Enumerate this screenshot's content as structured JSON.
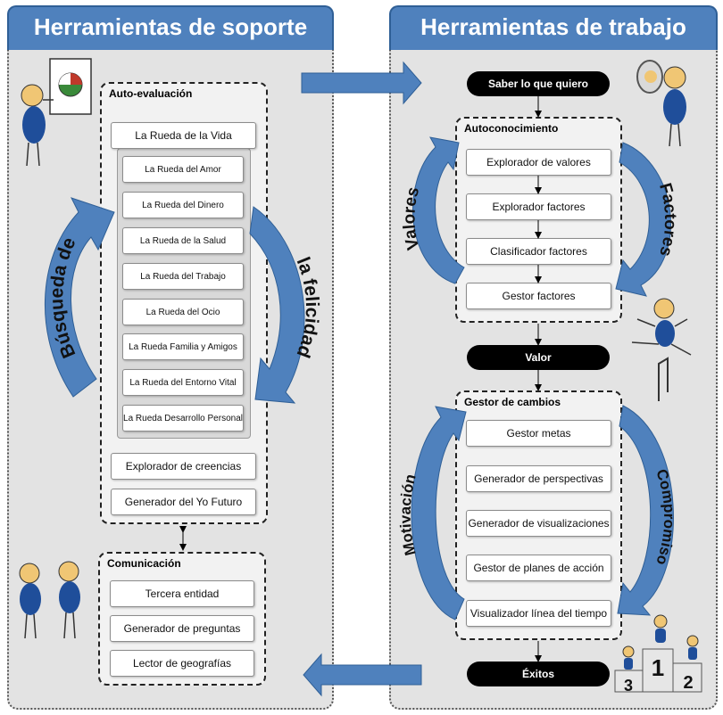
{
  "left_panel": {
    "title": "Herramientas de soporte",
    "auto_evaluacion": {
      "title": "Auto-evaluación",
      "rueda_vida": "La Rueda de la Vida",
      "ruedas": [
        "La Rueda del Amor",
        "La Rueda del Dinero",
        "La Rueda de la Salud",
        "La Rueda del Trabajo",
        "La Rueda del Ocio",
        "La Rueda Familia y Amigos",
        "La Rueda del Entorno Vital",
        "La Rueda Desarrollo Personal"
      ],
      "explorador_creencias": "Explorador de creencias",
      "generador_yo_futuro": "Generador del Yo Futuro"
    },
    "comunicacion": {
      "title": "Comunicación",
      "items": [
        "Tercera entidad",
        "Generador de preguntas",
        "Lector de geografías"
      ]
    },
    "arrow_left_label": "Búsqueda de",
    "arrow_right_label": "la felicidad"
  },
  "right_panel": {
    "title": "Herramientas de trabajo",
    "saber": "Saber lo que quiero",
    "autoconocimiento": {
      "title": "Autoconocimiento",
      "items": [
        "Explorador de valores",
        "Explorador factores",
        "Clasificador factores",
        "Gestor factores"
      ]
    },
    "valor": "Valor",
    "gestor_cambios": {
      "title": "Gestor de cambios",
      "items": [
        "Gestor metas",
        "Generador de perspectivas",
        "Generador de visualizaciones",
        "Gestor de planes de acción",
        "Visualizador línea del tiempo"
      ]
    },
    "exitos": "Éxitos",
    "arrow_valores": "Valores",
    "arrow_factores": "Factores",
    "arrow_motivacion": "Motivación",
    "arrow_compromiso": "Compromiso",
    "podium": [
      "1",
      "2",
      "3"
    ]
  },
  "colors": {
    "accent": "#4f81bd",
    "panel_bg": "#e3e3e3",
    "figure_blue": "#1f4e9a",
    "pill": "#000000"
  }
}
